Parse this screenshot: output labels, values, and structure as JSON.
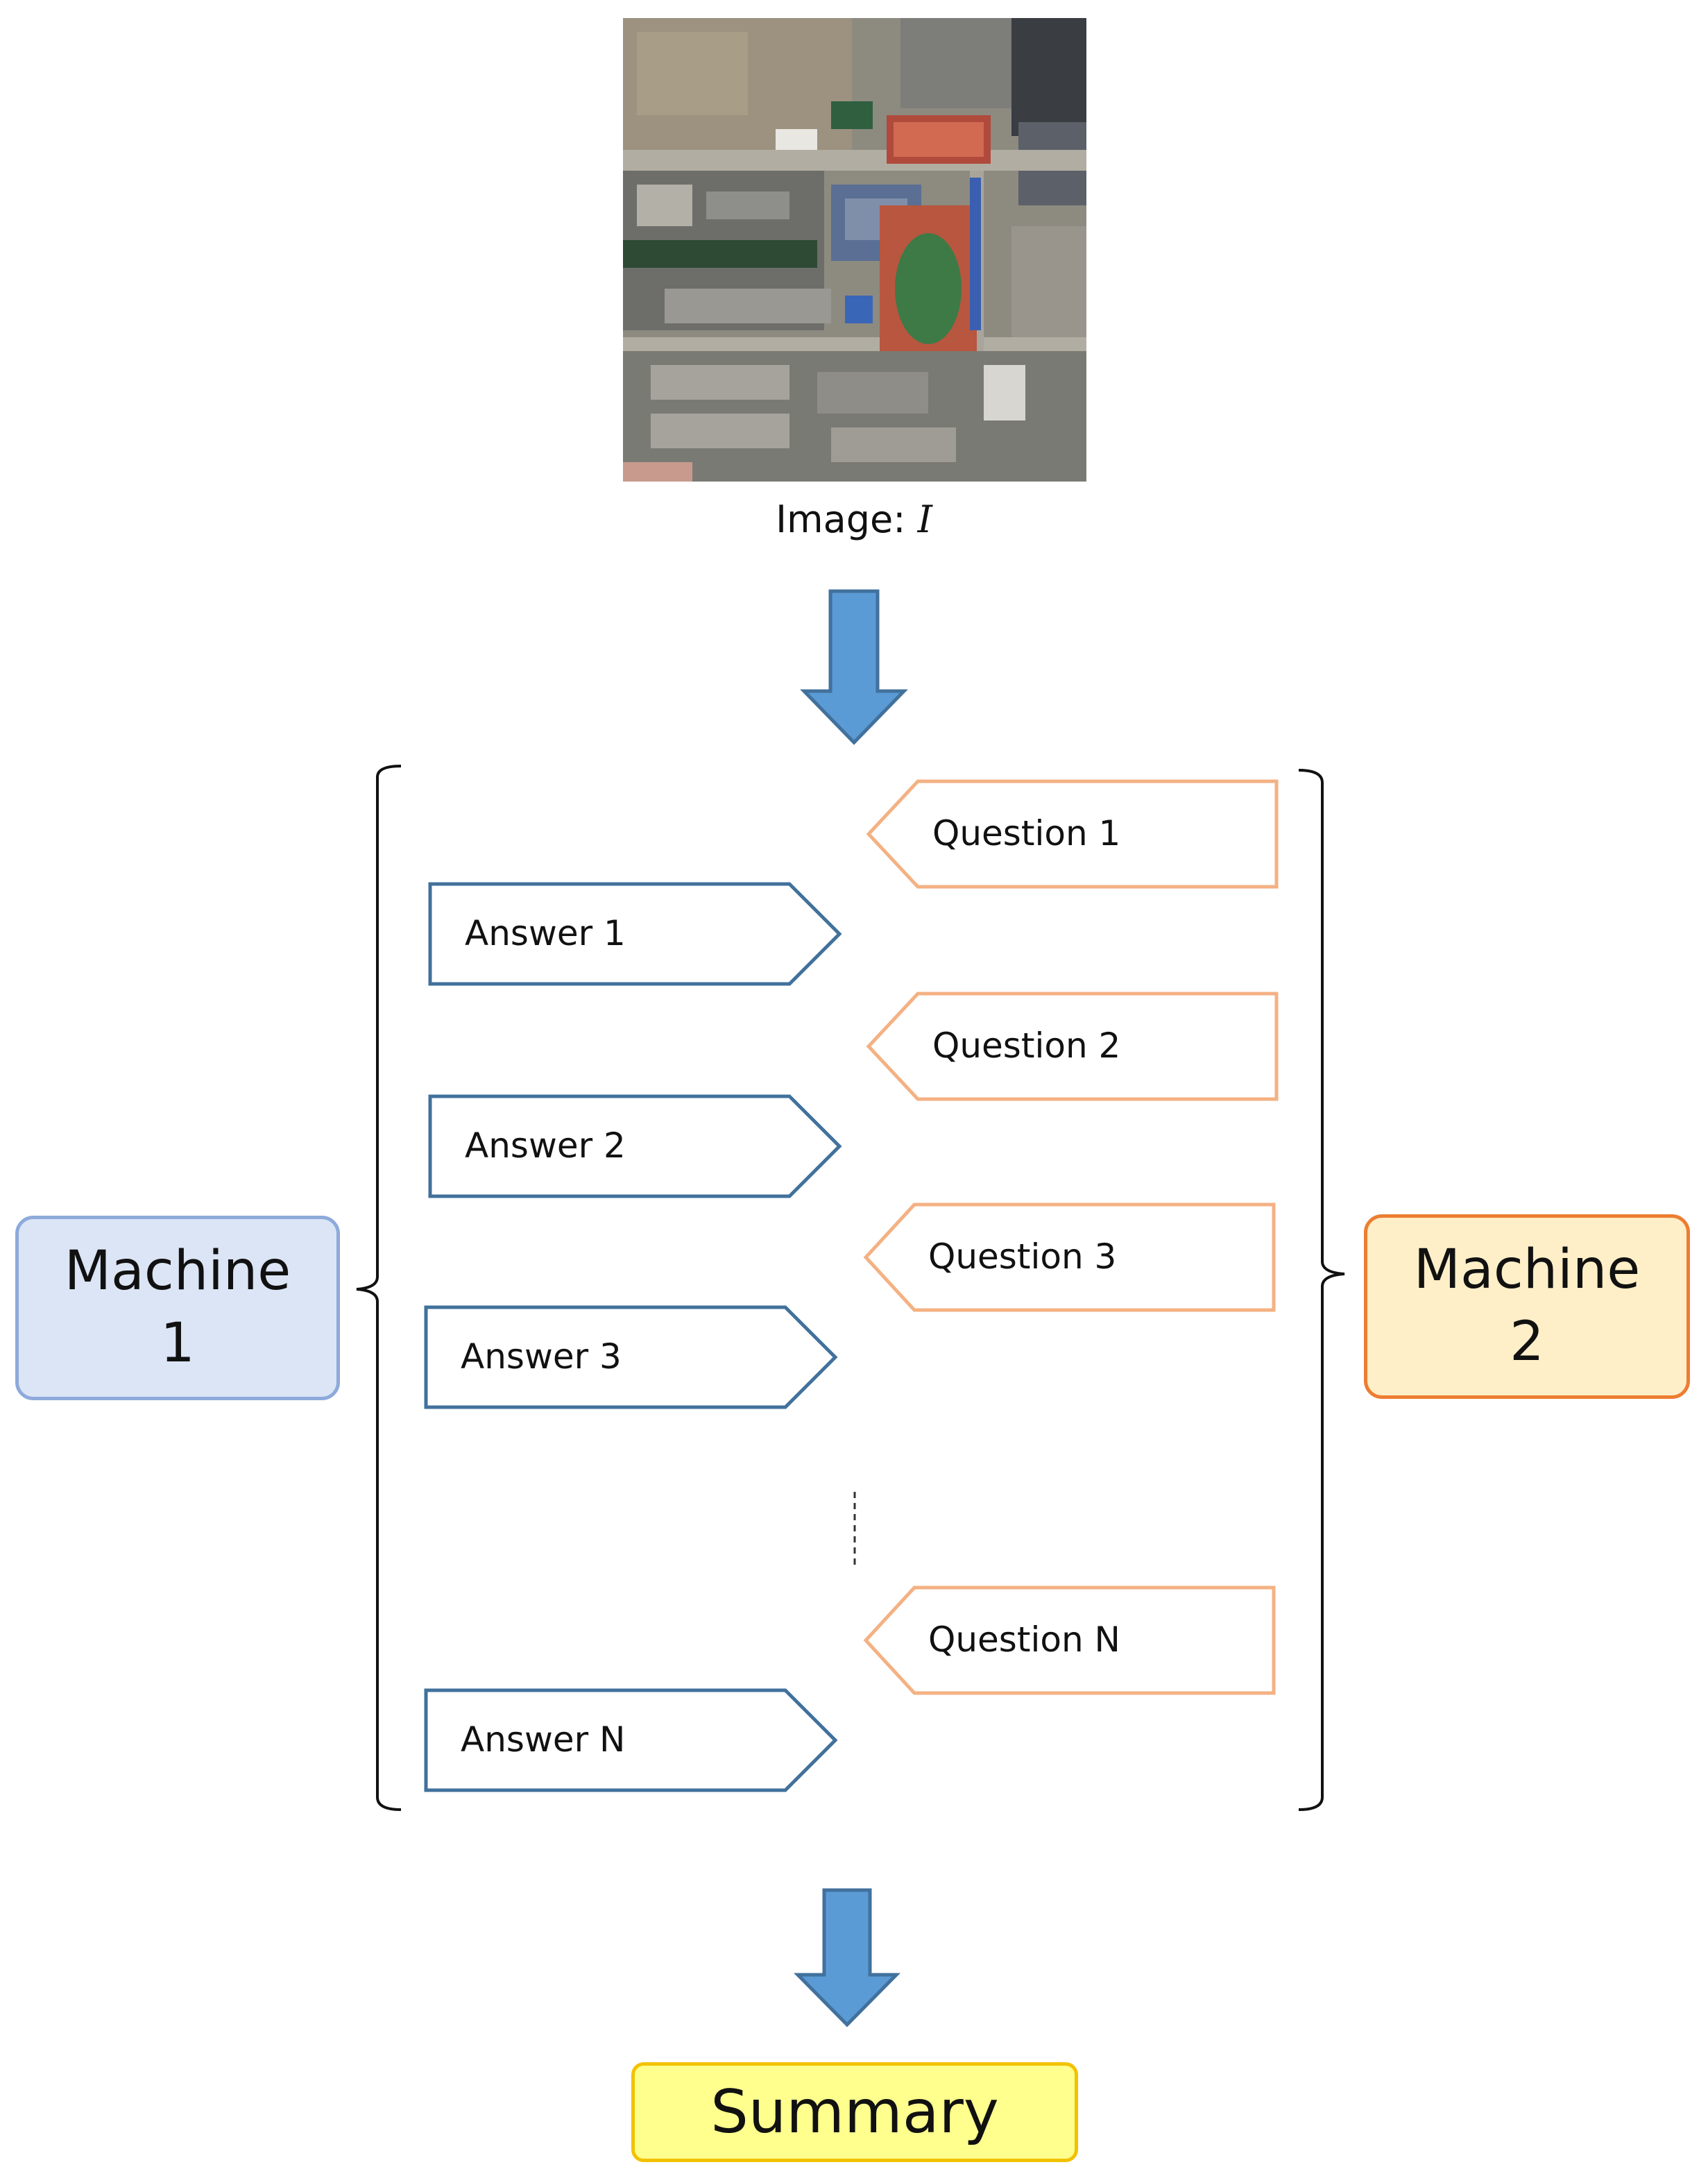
{
  "image": {
    "caption_prefix": "Image:",
    "caption_symbol": "I"
  },
  "machine1": {
    "line1": "Machine",
    "line2": "1"
  },
  "machine2": {
    "line1": "Machine",
    "line2": "2"
  },
  "questions": [
    "Question 1",
    "Question 2",
    "Question 3",
    "Question N"
  ],
  "answers": [
    "Answer 1",
    "Answer 2",
    "Answer 3",
    "Answer N"
  ],
  "summary": "Summary",
  "colors": {
    "arrow_fill": "#5b9bd5",
    "arrow_stroke": "#41719c",
    "question_border": "#f4b183",
    "answer_border": "#41719c",
    "machine1_fill": "#dbe5f5",
    "machine1_border": "#8eaadb",
    "machine2_fill": "#ffefc8",
    "machine2_border": "#ed7d31",
    "summary_fill": "#ffff8d",
    "summary_border": "#f2c200"
  }
}
